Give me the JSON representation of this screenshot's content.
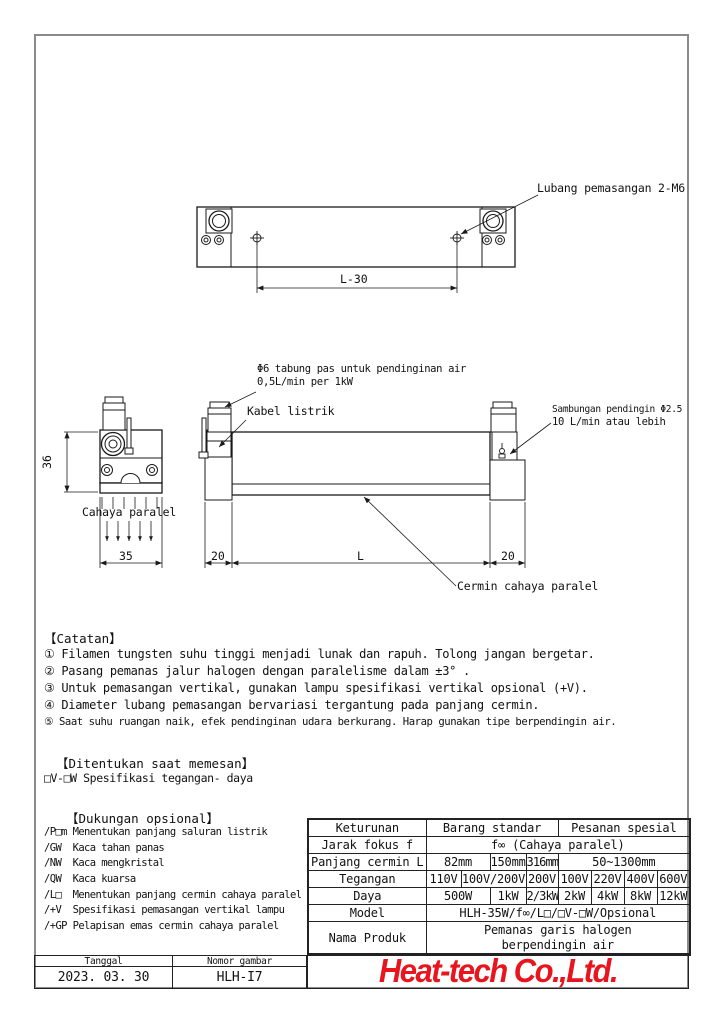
{
  "top_view": {
    "mounting_hole_label": "Lubang pemasangan 2-M6",
    "dim_l30": "L-30"
  },
  "front_view": {
    "water_tube_label_1": "Φ6 tabung pas untuk pendinginan air",
    "water_tube_label_2": "0,5L/min per 1kW",
    "cable_label": "Kabel listrik",
    "coolant_label_1": "Sambungan pendingin Φ2.5",
    "coolant_label_2": "10 L/min atau lebih",
    "mirror_label": "Cermin cahaya paralel",
    "dim_20_left": "20",
    "dim_L": "L",
    "dim_20_right": "20"
  },
  "end_view": {
    "dim_36": "36",
    "dim_35": "35",
    "light_label": "Cahaya paralel"
  },
  "notes": {
    "header": "【Catatan】",
    "items": [
      "① Filamen tungsten suhu tinggi menjadi lunak dan rapuh. Tolong jangan bergetar.",
      "② Pasang pemanas jalur halogen dengan paralelisme dalam ±3° .",
      "③ Untuk pemasangan vertikal, gunakan lampu spesifikasi vertikal opsional (+V).",
      "④ Diameter lubang pemasangan bervariasi tergantung pada panjang cermin.",
      "⑤ Saat suhu ruangan naik, efek pendinginan udara berkurang. Harap gunakan tipe berpendingin air."
    ]
  },
  "ordering": {
    "header": "【Ditentukan saat memesan】",
    "item": "□V-□W Spesifikasi tegangan- daya"
  },
  "options": {
    "header": "【Dukungan opsional】",
    "items": [
      "/P□m Menentukan panjang saluran listrik",
      "/GW  Kaca tahan panas",
      "/NW  Kaca mengkristal",
      "/QW  Kaca kuarsa",
      "/L□  Menentukan panjang cermin cahaya paralel",
      "/+V  Spesifikasi pemasangan vertikal lampu",
      "/+GP Pelapisan emas cermin cahaya paralel"
    ]
  },
  "spec_table": {
    "keturunan": {
      "label": "Keturunan",
      "standard": "Barang standar",
      "special": "Pesanan spesial"
    },
    "focus": {
      "label": "Jarak fokus f",
      "value": "f∞ (Cahaya paralel)"
    },
    "mirror_length": {
      "label": "Panjang cermin L",
      "v1": "82mm",
      "v2": "150mm",
      "v3": "316mm",
      "v4": "50~1300mm"
    },
    "voltage": {
      "label": "Tegangan",
      "v1": "110V",
      "v2": "100V/200V",
      "v3": "200V",
      "v4": "100V",
      "v5": "220V",
      "v6": "400V",
      "v7": "600V"
    },
    "power": {
      "label": "Daya",
      "v1": "500W",
      "v2": "1kW",
      "v3": "2/3kW",
      "v4": "2kW",
      "v5": "4kW",
      "v6": "8kW",
      "v7": "12kW"
    },
    "model": {
      "label": "Model",
      "value": "HLH-35W/f∞/L□/□V-□W/Opsional"
    },
    "product": {
      "label": "Nama Produk",
      "value_1": "Pemanas garis halogen",
      "value_2": "berpendingin air"
    }
  },
  "title_block": {
    "date_label": "Tanggal",
    "date_value": "2023. 03. 30",
    "drawing_no_label": "Nomor gambar",
    "drawing_no_value": "HLH-I7",
    "company": "Heat-tech Co.,Ltd.",
    "company_color": "#e8141e"
  }
}
